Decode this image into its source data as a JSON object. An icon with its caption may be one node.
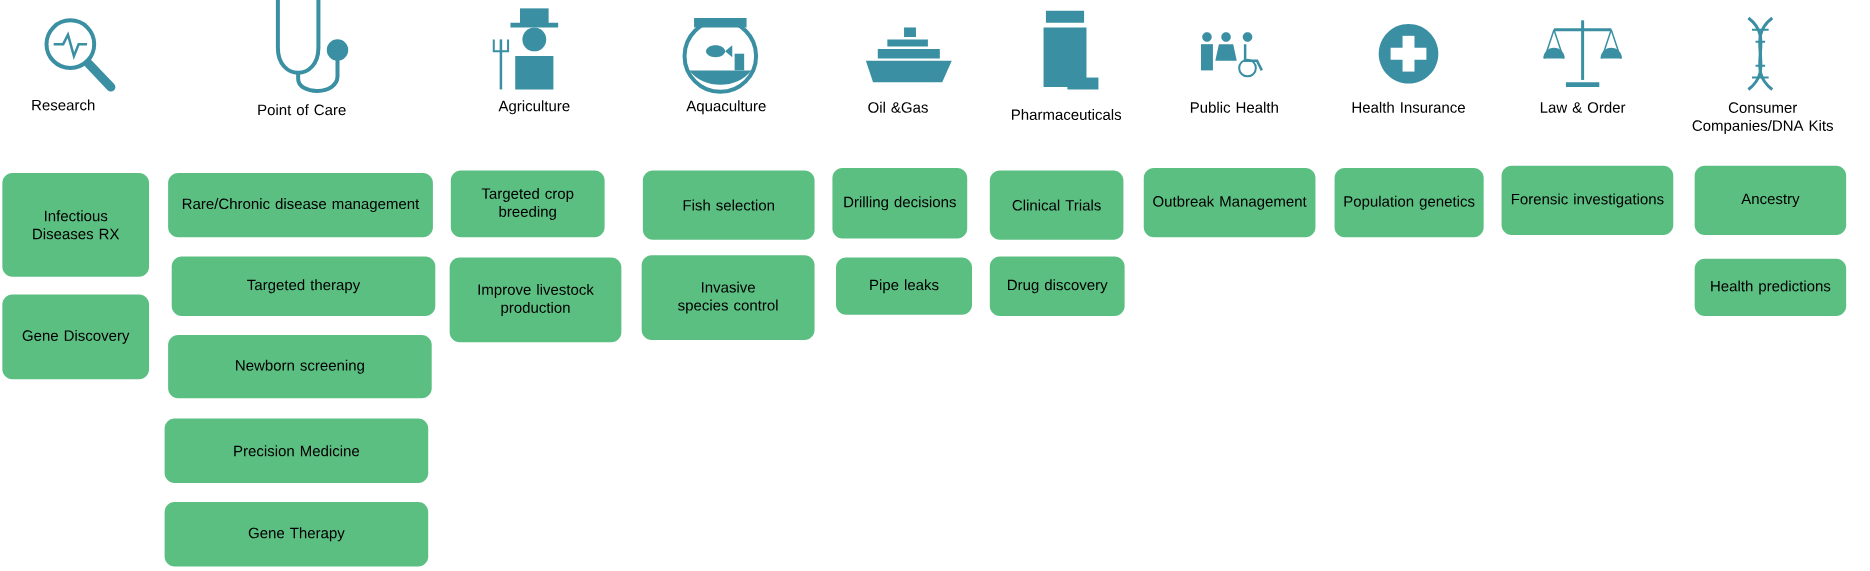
{
  "diagram": {
    "nodes": [
      {
        "text": [
          "Infectious Diseases RX"
        ]
      },
      {
        "text": [
          "Gene Discovery"
        ]
      },
      {
        "text": [
          "Rare/Chronic disease management"
        ]
      },
      {
        "text": [
          "Targeted therapy"
        ]
      },
      {
        "text": [
          "Newborn screening"
        ]
      },
      {
        "text": [
          "Precision Medicine"
        ]
      },
      {
        "text": [
          "Gene Therapy"
        ]
      },
      {
        "text": [
          "Targeted crop breeding"
        ]
      },
      {
        "text": [
          "Improve livestock production"
        ]
      },
      {
        "text": [
          "Fish selection"
        ]
      },
      {
        "text": [
          "Invasive species control"
        ]
      },
      {
        "text": [
          "Drilling decisions"
        ]
      },
      {
        "text": [
          "Pipe leaks"
        ]
      },
      {
        "text": [
          "Clinical Trials"
        ]
      },
      {
        "text": [
          "Drug discovery"
        ]
      },
      {
        "text": [
          "Outbreak Management"
        ]
      },
      {
        "text": [
          "Population genetics"
        ]
      },
      {
        "text": [
          "Forensic investigations"
        ]
      },
      {
        "text": [
          "Ancestry"
        ]
      },
      {
        "text": [
          "Health predictions"
        ]
      }
    ],
    "labels": [
      "Research",
      "Point of Care",
      "Agriculture",
      "Aquaculture",
      "Oil &Gas",
      "Pharmaceuticals",
      "Public Health",
      "Health Insurance",
      "Law & Order",
      "Consumer Companies/DNA Kits"
    ]
  }
}
